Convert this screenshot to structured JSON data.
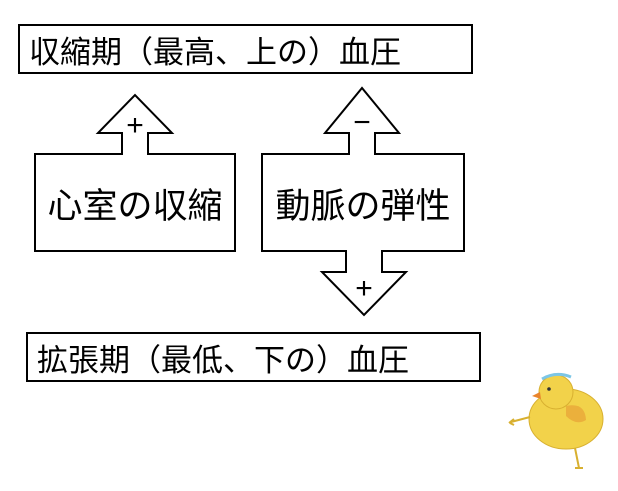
{
  "systolic_label": "収縮期（最高、上の）血圧",
  "diastolic_label": "拡張期（最低、下の）血圧",
  "heart_contraction_label": "心室の収縮",
  "arterial_elasticity_label": "動脈の弾性",
  "plus_sign": "+",
  "minus_sign": "−",
  "colors": {
    "stroke": "#000000",
    "chick_body": "#f2d24a",
    "chick_beak": "#e9842c",
    "chick_accent": "#7cc6e6"
  }
}
